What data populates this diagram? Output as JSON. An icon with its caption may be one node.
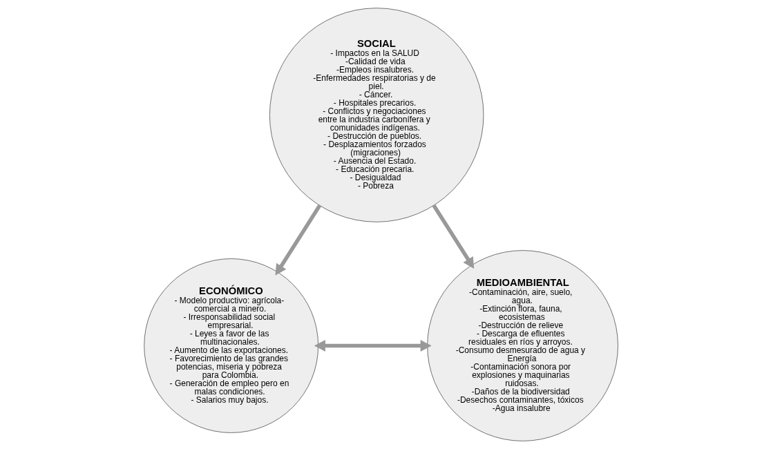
{
  "diagram": {
    "nodes": [
      {
        "text": [
          "SOCIAL",
          "- Impactos en la SALUD",
          "-Calidad de vida",
          "-Empleos insalubres.",
          "-Enfermedades respiratorias y de piel.",
          "- Cáncer.",
          "- Hospitales precarios.",
          "- Conflictos y negociaciones entre la industria carbonífera y comunidades indígenas.",
          "- Destrucción de pueblos.",
          "- Desplazamientos forzados (migraciones)",
          "- Ausencia del Estado.",
          "- Educación precaria.",
          "- Desigualdad",
          "- Pobreza"
        ]
      },
      {
        "text": [
          "ECONÓMICO",
          "- Modelo productivo: agrícola-comercial a minero.",
          "- Irresponsabilidad social empresarial.",
          "- Leyes a favor de las multinacionales.",
          "- Aumento de las exportaciones.",
          "- Favorecimiento de las grandes potencias, miseria y pobreza para Colombia.",
          "- Generación de empleo pero en malas condiciones.",
          "- Salarios muy bajos."
        ]
      },
      {
        "text": [
          "MEDIOAMBIENTAL",
          "-Contaminación, aire, suelo, agua.",
          "-Extinción flora, fauna, ecosistemas",
          "-Destrucción de relieve",
          "- Descarga de efluentes residuales en ríos y arroyos.",
          "-Consumo desmesurado de agua y Energía",
          "-Contaminación sonora por explosiones y maquinarias ruidosas.",
          "-Daños de la biodiversidad",
          "-Desechos contaminantes, tóxicos",
          "-Agua insalubre"
        ]
      }
    ],
    "edges": [
      {
        "from": 0,
        "to": 1,
        "arrow": "to"
      },
      {
        "from": 0,
        "to": 2,
        "arrow": "to"
      },
      {
        "from": 1,
        "to": 2,
        "arrow": "both"
      }
    ]
  }
}
